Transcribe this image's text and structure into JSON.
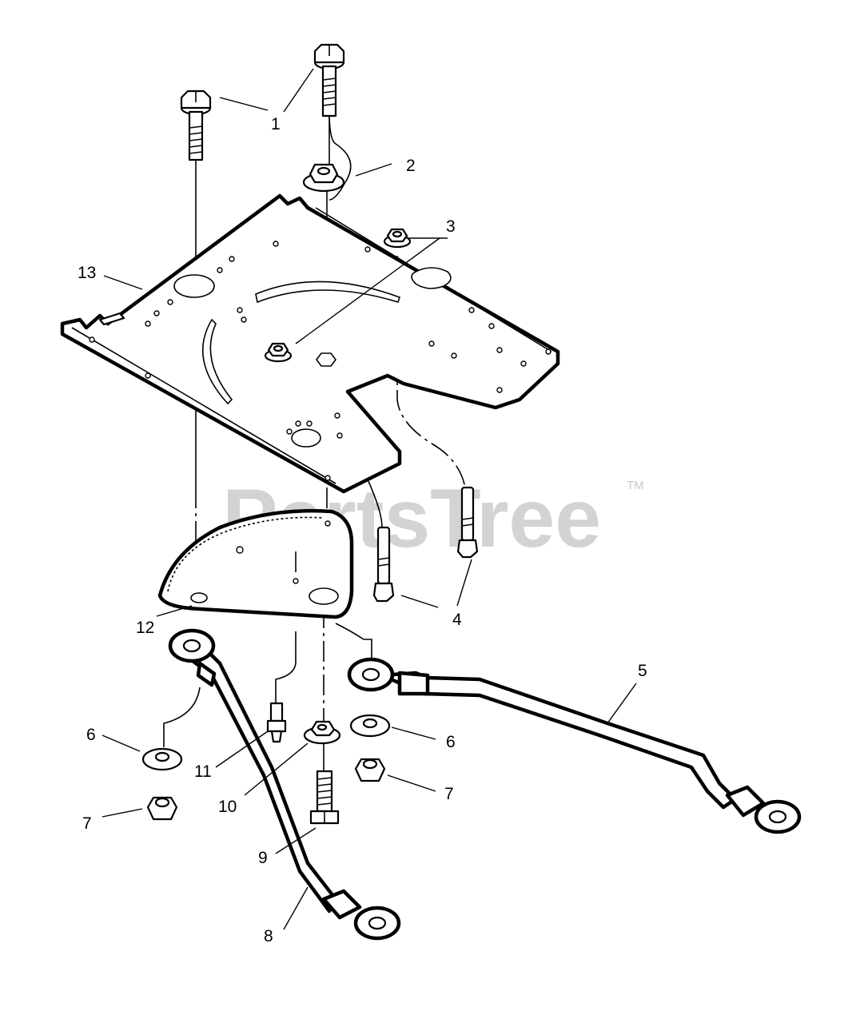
{
  "watermark": {
    "text": "PartsTree",
    "trademark": "TM"
  },
  "callouts": [
    {
      "id": "c1",
      "label": "1"
    },
    {
      "id": "c2",
      "label": "2"
    },
    {
      "id": "c3",
      "label": "3"
    },
    {
      "id": "c4",
      "label": "4"
    },
    {
      "id": "c5",
      "label": "5"
    },
    {
      "id": "c6a",
      "label": "6"
    },
    {
      "id": "c6b",
      "label": "6"
    },
    {
      "id": "c7a",
      "label": "7"
    },
    {
      "id": "c7b",
      "label": "7"
    },
    {
      "id": "c8",
      "label": "8"
    },
    {
      "id": "c9",
      "label": "9"
    },
    {
      "id": "c10",
      "label": "10"
    },
    {
      "id": "c11",
      "label": "11"
    },
    {
      "id": "c12",
      "label": "12"
    },
    {
      "id": "c13",
      "label": "13"
    }
  ],
  "colors": {
    "line": "#000000",
    "watermark": "#d3d3d3",
    "background": "#ffffff"
  }
}
